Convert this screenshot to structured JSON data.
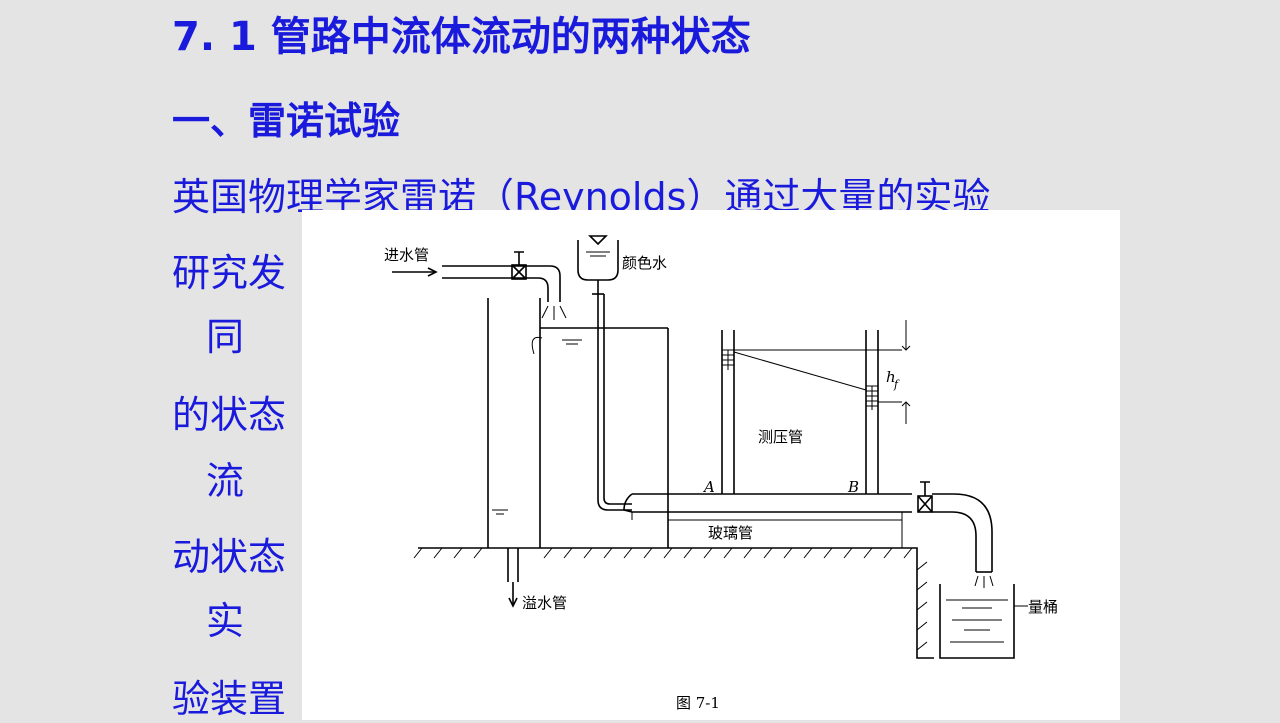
{
  "slide": {
    "title": "7. 1  管路中流体流动的两种状态",
    "subtitle": "一、雷诺试验",
    "lines": [
      "英国物理学家雷诺（Reynolds）通过大量的实验",
      "研究发",
      "同",
      "的状态",
      "流",
      "动状态",
      "实",
      "验装置"
    ]
  },
  "figure": {
    "labels": {
      "inlet_pipe": "进水管",
      "dye": "颜色水",
      "piezometer": "测压管",
      "glass_tube": "玻璃管",
      "overflow_pipe": "溢水管",
      "measuring_bucket": "量桶",
      "point_a": "A",
      "point_b": "B",
      "head_loss_h": "h",
      "head_loss_sub": "f",
      "caption": "图 7-1"
    }
  },
  "colors": {
    "text": "#1a1adc",
    "background": "#e4e4e4",
    "figure_bg": "#ffffff"
  }
}
